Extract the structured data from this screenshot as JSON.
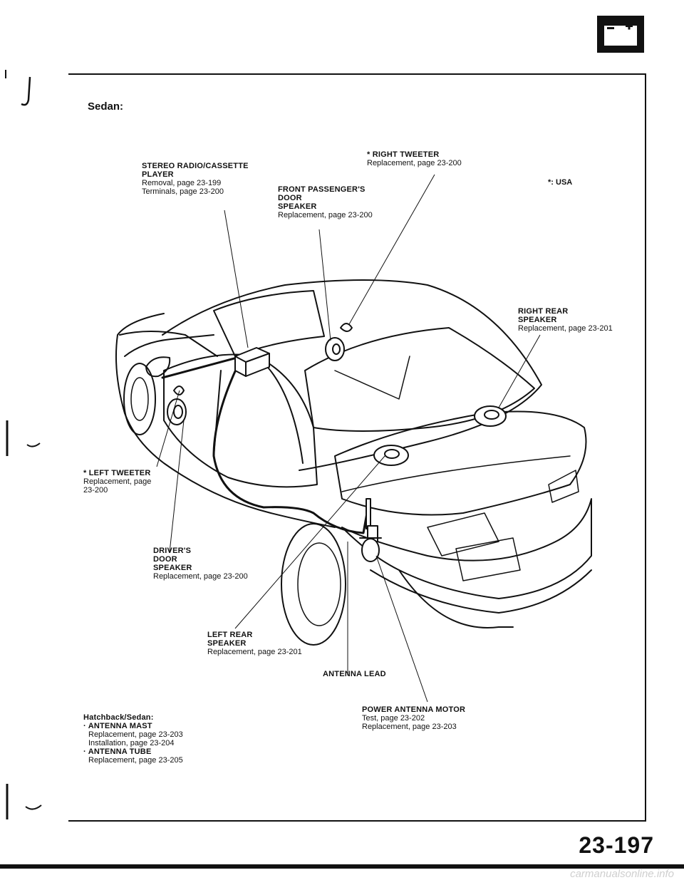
{
  "page": {
    "section_title": "Sedan:",
    "page_number": "23-197",
    "footnote": "*: USA",
    "watermark": "carmanualsonline.info"
  },
  "callouts": {
    "stereo": {
      "title1": "STEREO RADIO/CASSETTE",
      "title2": "PLAYER",
      "line1": "Removal, page 23-199",
      "line2": "Terminals, page 23-200"
    },
    "right_tweeter": {
      "title": "* RIGHT TWEETER",
      "line1": "Replacement, page 23-200"
    },
    "front_passenger": {
      "title1": "FRONT PASSENGER'S",
      "title2": "DOOR",
      "title3": "SPEAKER",
      "line1": "Replacement, page 23-200"
    },
    "right_rear": {
      "title1": "RIGHT REAR",
      "title2": "SPEAKER",
      "line1": "Replacement, page 23-201"
    },
    "left_tweeter": {
      "title": "* LEFT TWEETER",
      "line1": "Replacement, page",
      "line2": "23-200"
    },
    "driver_door": {
      "title1": "DRIVER'S",
      "title2": "DOOR",
      "title3": "SPEAKER",
      "line1": "Replacement, page 23-200"
    },
    "left_rear": {
      "title1": "LEFT REAR",
      "title2": "SPEAKER",
      "line1": "Replacement, page 23-201"
    },
    "antenna_lead": {
      "title": "ANTENNA LEAD"
    },
    "power_antenna": {
      "title": "POWER ANTENNA MOTOR",
      "line1": "Test, page 23-202",
      "line2": "Replacement, page 23-203"
    },
    "hatchback": {
      "heading": "Hatchback/Sedan:",
      "item1_title": "· ANTENNA MAST",
      "item1_line1": "Replacement, page 23-203",
      "item1_line2": "Installation, page 23-204",
      "item2_title": "· ANTENNA TUBE",
      "item2_line1": "Replacement, page 23-205"
    }
  },
  "icons": {
    "battery": "battery-icon"
  }
}
